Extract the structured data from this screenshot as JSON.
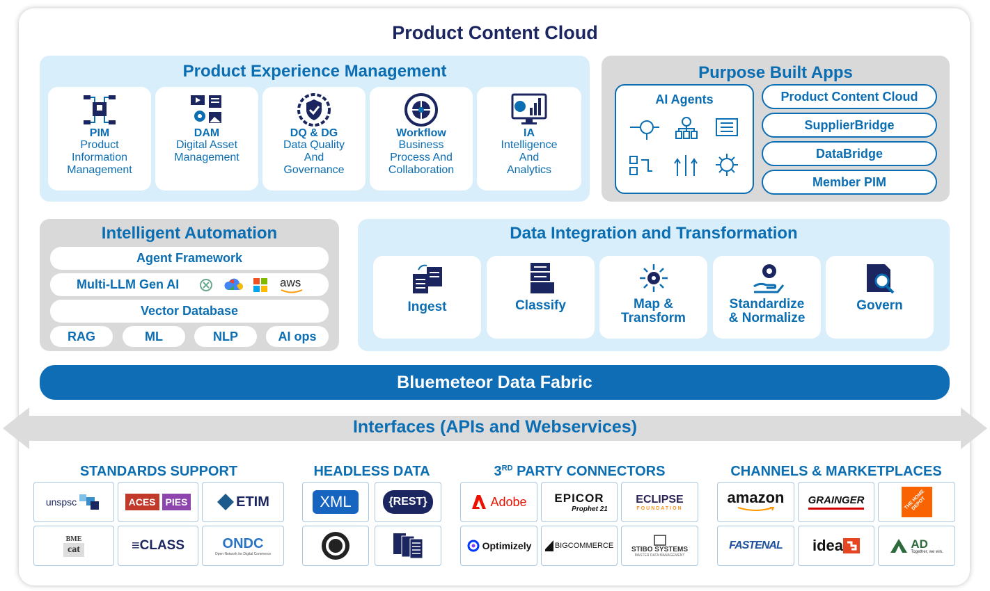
{
  "title": "Product Content Cloud",
  "pxm": {
    "title": "Product Experience Management",
    "cards": [
      {
        "bold": "PIM",
        "desc": [
          "Product",
          "Information",
          "Management"
        ],
        "icon": "pim-icon"
      },
      {
        "bold": "DAM",
        "desc": [
          "Digital Asset",
          "Management"
        ],
        "icon": "dam-icon"
      },
      {
        "bold": "DQ & DG",
        "desc": [
          "Data Quality",
          "And",
          "Governance"
        ],
        "icon": "shield-check-icon"
      },
      {
        "bold": "Workflow",
        "desc": [
          "Business",
          "Process And",
          "Collaboration"
        ],
        "icon": "workflow-icon"
      },
      {
        "bold": "IA",
        "desc": [
          "Intelligence",
          "And",
          "Analytics"
        ],
        "icon": "analytics-icon"
      }
    ]
  },
  "apps": {
    "title": "Purpose Built Apps",
    "agents_label": "AI Agents",
    "items": [
      "Product Content Cloud",
      "SupplierBridge",
      "DataBridge",
      "Member PIM"
    ]
  },
  "ia": {
    "title": "Intelligent Automation",
    "agent_framework": "Agent Framework",
    "multi_llm": "Multi-LLM Gen AI",
    "vector_db": "Vector Database",
    "chips": [
      "RAG",
      "ML",
      "NLP",
      "AI ops"
    ],
    "aws": "aws"
  },
  "dit": {
    "title": "Data Integration and Transformation",
    "cards": [
      {
        "label": [
          "Ingest"
        ],
        "icon": "ingest-icon"
      },
      {
        "label": [
          "Classify"
        ],
        "icon": "classify-icon"
      },
      {
        "label": [
          "Map &",
          "Transform"
        ],
        "icon": "map-transform-icon"
      },
      {
        "label": [
          "Standardize",
          "& Normalize"
        ],
        "icon": "standardize-icon"
      },
      {
        "label": [
          "Govern"
        ],
        "icon": "govern-icon"
      }
    ]
  },
  "fabric": "Bluemeteor Data Fabric",
  "interfaces": "Interfaces (APIs and Webservices)",
  "sections": {
    "standards": "STANDARDS SUPPORT",
    "headless": "HEADLESS DATA",
    "party": "3RD PARTY CONNECTORS",
    "channels": "CHANNELS & MARKETPLACES"
  },
  "party_sup": "RD",
  "logos": {
    "unspsc": "unspsc",
    "aces": "ACES",
    "pies": "PIES",
    "etim": "ETIM",
    "bme": "BME",
    "bme2": "cat",
    "eclass": "CLASS",
    "ondc": "ONDC",
    "ondc_sub": "Open Network for Digital Commerce",
    "xml": "XML",
    "rest": "{REST}",
    "adobe": "Adobe",
    "epicor": "EPICOR",
    "epicor_sub": "Prophet 21",
    "eclipse": "ECLIPSE",
    "eclipse_sub": "FOUNDATION",
    "optimizely": "Optimizely",
    "bigcommerce": "BIGCOMMERCE",
    "stibo": "STIBO SYSTEMS",
    "stibo_sub": "MASTER DATA MANAGEMENT",
    "amazon": "amazon",
    "grainger": "GRAINGER",
    "homedepot": "THE HOME DEPOT",
    "fastenal": "FASTENAL",
    "idea": "idea",
    "ad": "AD",
    "ad_sub": "Together, we win."
  },
  "colors": {
    "navy": "#1b2660",
    "blue": "#0b6db2",
    "fabric": "#0f6db6",
    "light": "#d9eefb",
    "gray": "#d9d9d9"
  }
}
